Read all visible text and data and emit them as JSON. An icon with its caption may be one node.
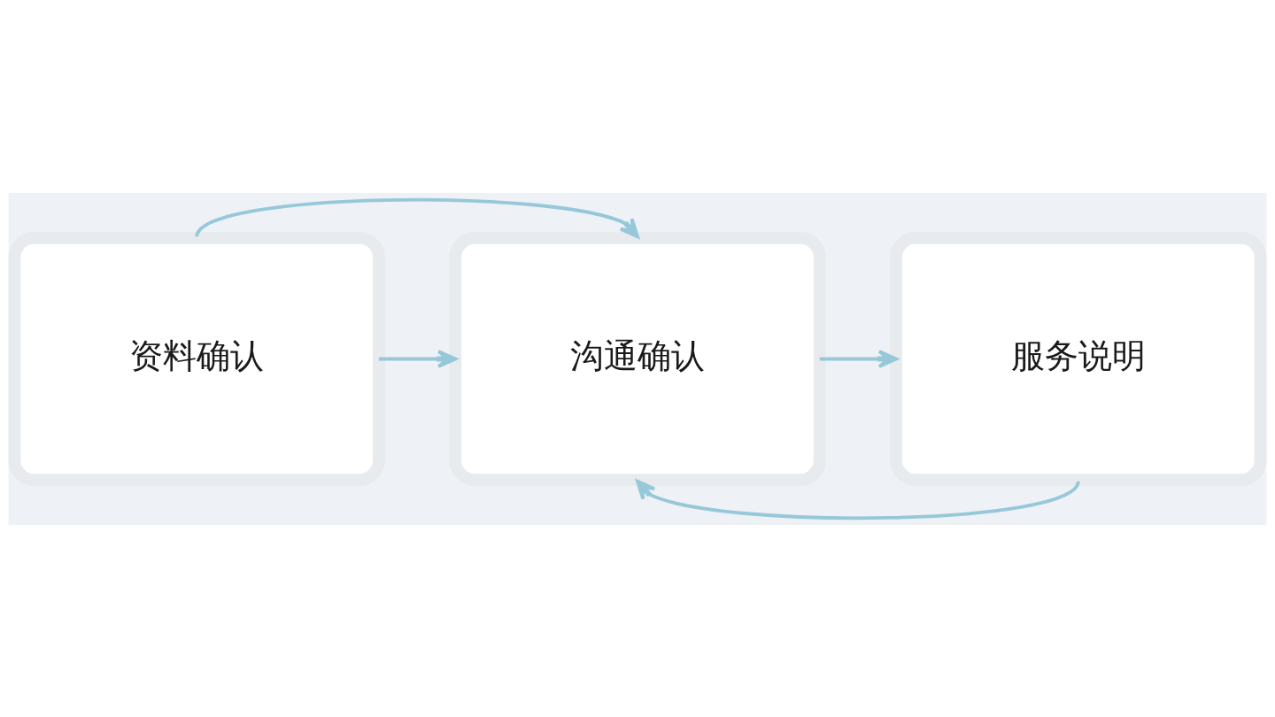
{
  "diagram": {
    "nodes": [
      {
        "text": [
          "资料确认"
        ]
      },
      {
        "text": [
          "沟通确认"
        ]
      },
      {
        "text": [
          "服务说明"
        ]
      }
    ],
    "edges": [
      {
        "from": 0,
        "to": 1,
        "arrow": "to"
      },
      {
        "from": 1,
        "to": 2,
        "arrow": "to"
      },
      {
        "from": 0,
        "to": 1,
        "arrow": "to"
      },
      {
        "from": 2,
        "to": 1,
        "arrow": "to"
      }
    ]
  }
}
